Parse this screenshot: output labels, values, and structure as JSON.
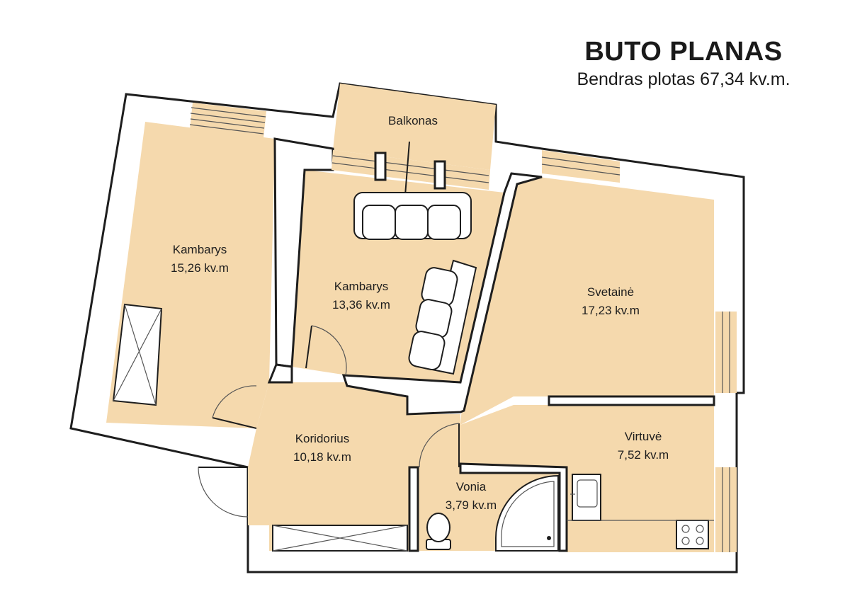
{
  "title": "BUTO PLANAS",
  "subtitle": "Bendras plotas 67,34 kv.m.",
  "rooms": [
    {
      "name": "Kambarys",
      "area": "15,26 kv.m"
    },
    {
      "name": "Kambarys",
      "area": "13,36 kv.m"
    },
    {
      "name": "Svetainė",
      "area": "17,23 kv.m"
    },
    {
      "name": "Koridorius",
      "area": "10,18 kv.m"
    },
    {
      "name": "Virtuvė",
      "area": "7,52 kv.m"
    },
    {
      "name": "Vonia",
      "area": "3,79 kv.m"
    },
    {
      "name": "Balkonas",
      "area": ""
    }
  ]
}
